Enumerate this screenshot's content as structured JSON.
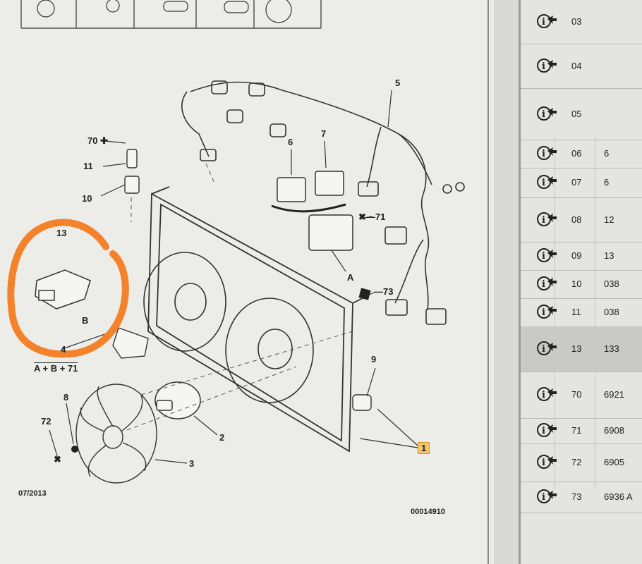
{
  "diagram": {
    "date": "07/2013",
    "ref_number": "00014910",
    "callouts": {
      "c1": "1",
      "c2": "2",
      "c3": "3",
      "c4": "4",
      "c5": "5",
      "c6": "6",
      "c7": "7",
      "c8": "8",
      "c9": "9",
      "c10": "10",
      "c11": "11",
      "c13": "13",
      "c70": "70",
      "c71": "71",
      "c72": "72",
      "c73": "73",
      "cA": "A",
      "cB": "B",
      "combo": "A + B + 71"
    }
  },
  "parts_list": {
    "icon": "info-arrow-icon",
    "rows": [
      {
        "ref": "03",
        "code": ""
      },
      {
        "ref": "04",
        "code": ""
      },
      {
        "ref": "05",
        "code": ""
      },
      {
        "ref": "06",
        "code": "6"
      },
      {
        "ref": "07",
        "code": "6"
      },
      {
        "ref": "08",
        "code": "12"
      },
      {
        "ref": "09",
        "code": "13"
      },
      {
        "ref": "10",
        "code": "038"
      },
      {
        "ref": "11",
        "code": "038"
      },
      {
        "ref": "13",
        "code": "133",
        "highlight": true
      },
      {
        "ref": "70",
        "code": "6921"
      },
      {
        "ref": "71",
        "code": "6908"
      },
      {
        "ref": "72",
        "code": "6905"
      },
      {
        "ref": "73",
        "code": "6936 A"
      }
    ]
  },
  "colors": {
    "annotation_circle": "#f4822a",
    "callout_box": "#f3c46b"
  }
}
